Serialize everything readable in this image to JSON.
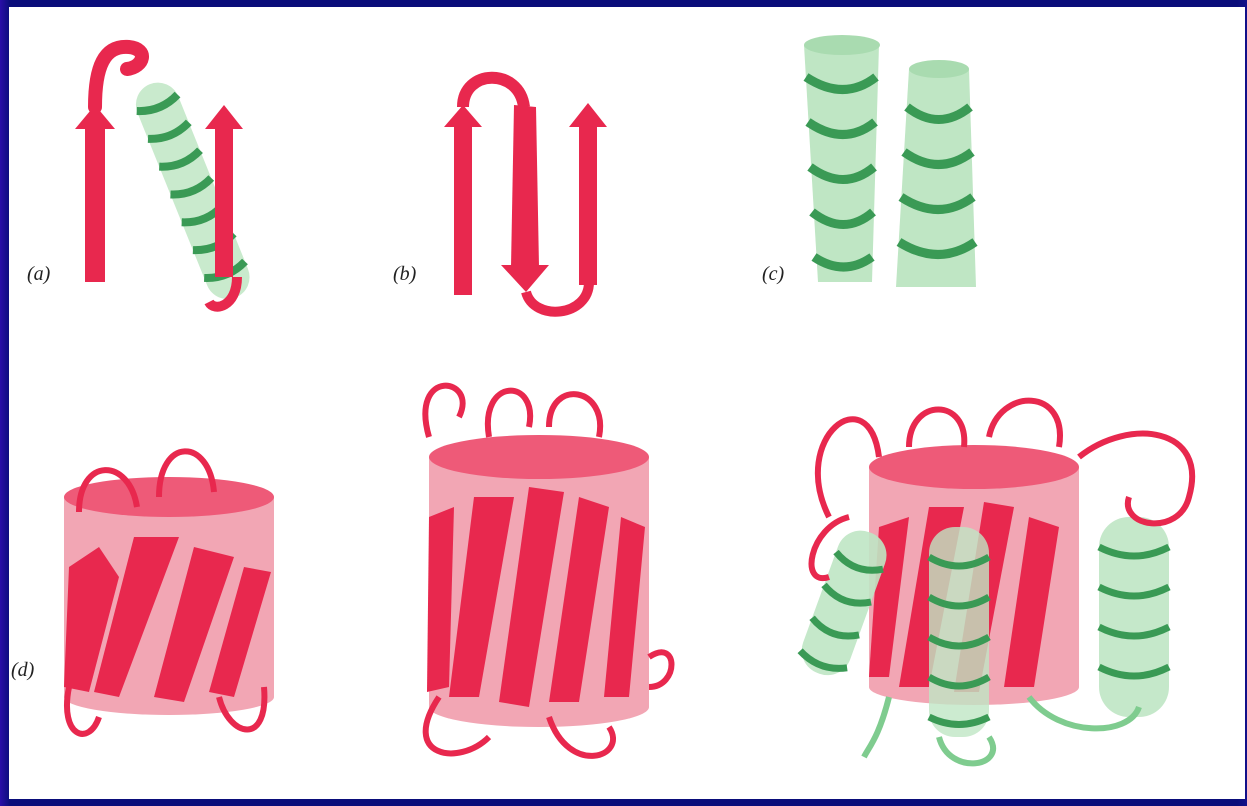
{
  "panels": [
    {
      "id": "a",
      "label": "(a)"
    },
    {
      "id": "b",
      "label": "(b)"
    },
    {
      "id": "c",
      "label": "(c)"
    },
    {
      "id": "d",
      "label": "(d)"
    }
  ],
  "colors": {
    "strand": "#e8284e",
    "barrel": "#f2a6b4",
    "barrel_top": "#ee5a78",
    "helix_cyl": "#bfe6c4",
    "helix_ribbon": "#3a9a55",
    "border": "#0a0d7a"
  }
}
